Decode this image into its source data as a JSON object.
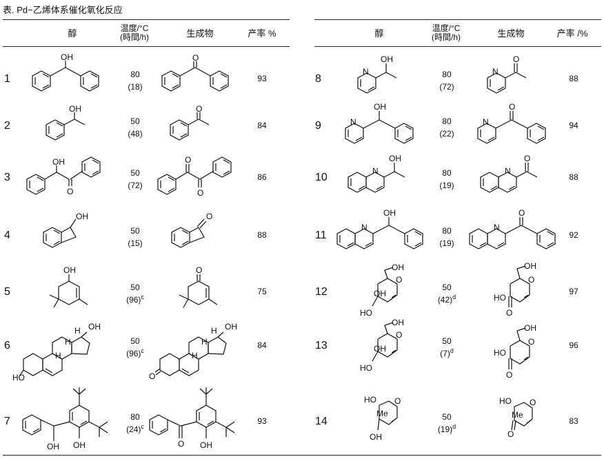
{
  "title": "表. Pd−乙烯体系催化氧化反应",
  "headers_left": {
    "alcohol": "醇",
    "cond1": "温度/°C",
    "cond2": "(時間/h)",
    "product": "生成物",
    "yield": "产率 %"
  },
  "headers_right": {
    "alcohol": "醇",
    "cond1": "温度/°C",
    "cond2": "(時間/h)",
    "product": "生成物",
    "yield": "产率 /%"
  },
  "rows": [
    {
      "n": "1",
      "t": "80",
      "h": "(18)",
      "sup": "",
      "y": "93"
    },
    {
      "n": "2",
      "t": "50",
      "h": "(48)",
      "sup": "",
      "y": "84"
    },
    {
      "n": "3",
      "t": "50",
      "h": "(72)",
      "sup": "",
      "y": "86"
    },
    {
      "n": "4",
      "t": "50",
      "h": "(15)",
      "sup": "",
      "y": "88"
    },
    {
      "n": "5",
      "t": "50",
      "h": "(96)",
      "sup": "c",
      "y": "75"
    },
    {
      "n": "6",
      "t": "50",
      "h": "(96)",
      "sup": "c",
      "y": "84"
    },
    {
      "n": "7",
      "t": "80",
      "h": "(24)",
      "sup": "c",
      "y": "93"
    },
    {
      "n": "8",
      "t": "80",
      "h": "(72)",
      "sup": "",
      "y": "88"
    },
    {
      "n": "9",
      "t": "80",
      "h": "(22)",
      "sup": "",
      "y": "94"
    },
    {
      "n": "10",
      "t": "80",
      "h": "(19)",
      "sup": "",
      "y": "88"
    },
    {
      "n": "11",
      "t": "80",
      "h": "(19)",
      "sup": "",
      "y": "92"
    },
    {
      "n": "12",
      "t": "50",
      "h": "(42)",
      "sup": "d",
      "y": "97"
    },
    {
      "n": "13",
      "t": "50",
      "h": "(7)",
      "sup": "d",
      "y": "96"
    },
    {
      "n": "14",
      "t": "50",
      "h": "(19)",
      "sup": "d",
      "y": "83"
    }
  ],
  "atom_labels": {
    "oh": "OH",
    "o": "O",
    "n": "N",
    "h": "H",
    "ho": "HO",
    "me": "Me"
  }
}
